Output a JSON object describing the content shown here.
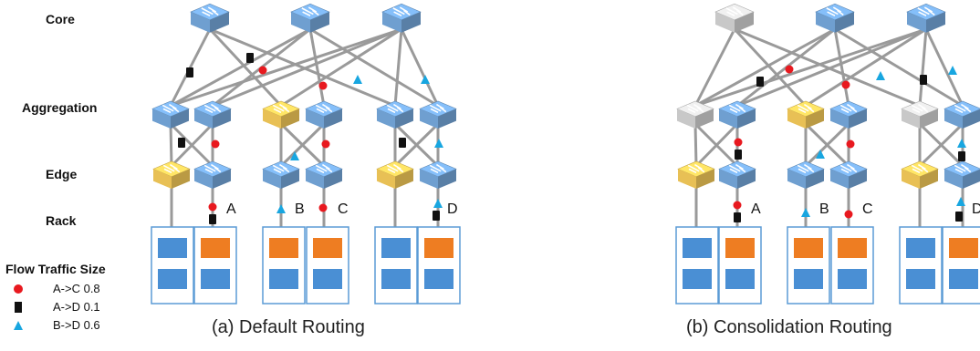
{
  "layers": {
    "core": "Core",
    "aggregation": "Aggregation",
    "edge": "Edge",
    "rack": "Rack"
  },
  "legend": {
    "title": "Flow Traffic Size",
    "items": [
      {
        "marker": "red-circle",
        "label": "A->C 0.8"
      },
      {
        "marker": "black-square",
        "label": "A->D 0.1"
      },
      {
        "marker": "blue-triangle",
        "label": "B->D 0.6"
      }
    ]
  },
  "hosts": [
    "A",
    "B",
    "C",
    "D"
  ],
  "captions": {
    "a": "(a) Default Routing",
    "b": "(b) Consolidation Routing"
  },
  "colors": {
    "switch_active": "#6f9fd0",
    "switch_yellow": "#e8c055",
    "switch_off": "#c8c8c8",
    "link": "#9a9a9a",
    "server_blue": "#4a8fd4",
    "server_orange": "#ee7d22",
    "rack_border": "#5b9bd5",
    "flow_ac": "#e8191f",
    "flow_ad": "#111111",
    "flow_bd": "#18a6e0"
  }
}
